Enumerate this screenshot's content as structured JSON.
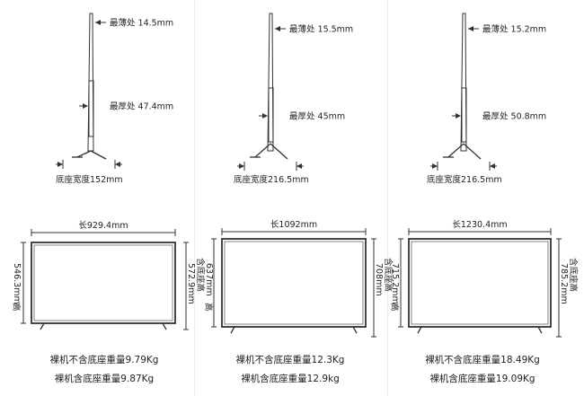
{
  "models": [
    {
      "side": {
        "thinnest_label": "最薄处 14.5mm",
        "thickest_label": "最厚处 47.4mm",
        "base_width_label": "底座宽度152mm"
      },
      "front": {
        "length_label": "长929.4mm",
        "height_label": "546.3mm",
        "height_word": "高",
        "with_base_height_label": "572.9mm",
        "with_base_word": "含底座高"
      },
      "weights": {
        "without_base": "裸机不含底座重量9.79Kg",
        "with_base": "裸机含底座重量9.87Kg"
      }
    },
    {
      "side": {
        "thinnest_label": "最薄处 15.5mm",
        "thickest_label": "最厚处 45mm",
        "base_width_label": "底座宽度216.5mm"
      },
      "front": {
        "length_label": "长1092mm",
        "height_label": "637mm",
        "height_word": "高",
        "with_base_height_label": "708mm",
        "with_base_word": "含底座高"
      },
      "weights": {
        "without_base": "裸机不含底座重量12.3Kg",
        "with_base": "裸机含底座重量12.9kg"
      }
    },
    {
      "side": {
        "thinnest_label": "最薄处 15.2mm",
        "thickest_label": "最厚处 50.8mm",
        "base_width_label": "底座宽度216.5mm"
      },
      "front": {
        "length_label": "长1230.4mm",
        "height_label": "715.2mm",
        "height_word": "高",
        "with_base_height_label": "785.2mm",
        "with_base_word": "含底座高"
      },
      "weights": {
        "without_base": "裸机不含底座重量18.49Kg",
        "with_base": "裸机含底座重量19.09Kg"
      }
    }
  ],
  "colors": {
    "line": "#333333",
    "text": "#222222",
    "divider": "#ececec"
  }
}
